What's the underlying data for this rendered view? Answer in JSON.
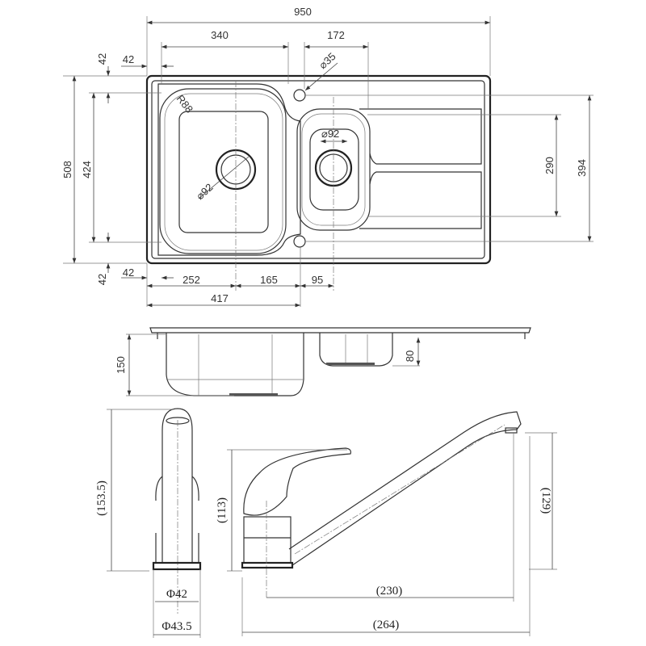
{
  "sink_top_view": {
    "dimensions": {
      "overall_width": "950",
      "main_bowl_width": "340",
      "small_bowl_width": "172",
      "tap_hole_diameter": "⌀35",
      "corner_radius": "R88",
      "main_drain_diameter": "⌀92",
      "small_drain_diameter": "⌀92",
      "top_margin_v": "42",
      "top_margin_h": "42",
      "overall_depth": "508",
      "bowl_depth": "424",
      "small_bowl_depth": "290",
      "tap_hole_spacing": "394",
      "bottom_margin_v": "42",
      "bottom_margin_h": "42",
      "drain_offset": "252",
      "drain_spacing": "165",
      "small_drain_offset": "95",
      "tap_hole_offset": "417"
    }
  },
  "sink_side_view": {
    "dimensions": {
      "main_bowl_height": "150",
      "small_bowl_height": "80"
    }
  },
  "faucet_front_view": {
    "dimensions": {
      "height": "(153.5)",
      "inner_diameter": "Φ42",
      "base_diameter": "Φ43.5"
    }
  },
  "faucet_side_view": {
    "dimensions": {
      "body_height": "(113)",
      "spout_height": "(129)",
      "spout_reach": "(230)",
      "overall_length": "(264)"
    }
  }
}
